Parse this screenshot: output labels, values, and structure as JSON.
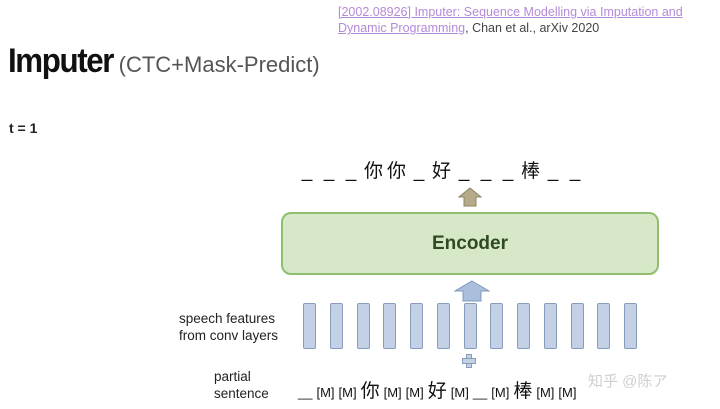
{
  "reference": {
    "link_text": "[2002.08926] Imputer: Sequence Modelling via Imputation and Dynamic Programming",
    "citation": ", Chan et al., arXiv 2020"
  },
  "title": {
    "main": "Imputer",
    "sub": "(CTC+Mask-Predict)"
  },
  "step_label": "t = 1",
  "output_tokens": [
    "_",
    "_",
    "_",
    "你",
    "你",
    "_",
    "好",
    "_",
    "_",
    "_",
    "棒",
    "_",
    "_"
  ],
  "encoder_label": "Encoder",
  "labels": {
    "speech_features_line1": "speech features",
    "speech_features_line2": "from conv layers",
    "partial_line1": "partial",
    "partial_line2": "sentence"
  },
  "input_tokens": [
    "__",
    "[M]",
    "[M]",
    "你",
    "[M]",
    "[M]",
    "好",
    "[M]",
    "__",
    "[M]",
    "棒",
    "[M]",
    "[M]"
  ],
  "watermark": "知乎 @陈ア",
  "colors": {
    "encoder_fill": "#d6e8c8",
    "encoder_border": "#8fbf6e",
    "feature_bar": "#c3d0e6",
    "up_arrow_top": "#b5ab8a",
    "up_arrow_bottom": "#a9bfdc",
    "link": "#b48ad8"
  }
}
